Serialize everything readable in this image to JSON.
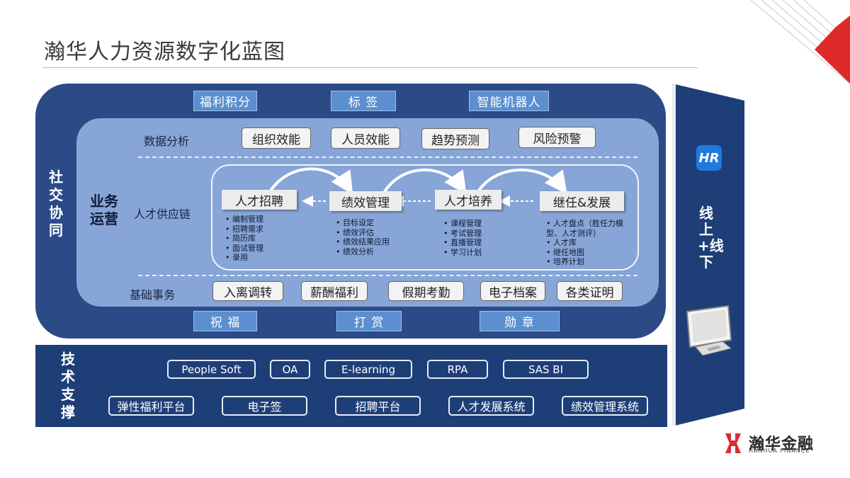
{
  "page": {
    "title": "瀚华人力资源数字化蓝图"
  },
  "left_labels": {
    "social": "社交协同",
    "operations": "业务运营",
    "tech": "技术支撑"
  },
  "top_features": [
    "福利积分",
    "标 签",
    "智能机器人"
  ],
  "bottom_features": [
    "祝 福",
    "打 赏",
    "勋 章"
  ],
  "data_analysis": {
    "label": "数据分析",
    "items": [
      "组织效能",
      "人员效能",
      "趋势预测",
      "风险预警"
    ]
  },
  "talent_chain": {
    "label": "人才供应链",
    "stages": [
      {
        "name": "人才招聘",
        "items": [
          "编制管理",
          "招聘需求",
          "简历库",
          "面试管理",
          "录用"
        ]
      },
      {
        "name": "绩效管理",
        "items": [
          "目标设定",
          "绩效评估",
          "绩效结果应用",
          "绩效分析"
        ]
      },
      {
        "name": "人才培养",
        "items": [
          "课程管理",
          "考试管理",
          "直播管理",
          "学习计划"
        ]
      },
      {
        "name": "继任&发展",
        "items": [
          "人才盘点（胜任力模型、人才测评）",
          "人才库",
          "继任地图",
          "培养计划"
        ]
      }
    ]
  },
  "basic_affairs": {
    "label": "基础事务",
    "items": [
      "入离调转",
      "薪酬福利",
      "假期考勤",
      "电子档案",
      "各类证明"
    ]
  },
  "right_panel": {
    "logo": "HR",
    "text": "线上+线下"
  },
  "tech_support": {
    "row1": [
      "People Soft",
      "OA",
      "E-learning",
      "RPA",
      "SAS BI"
    ],
    "row2": [
      "弹性福利平台",
      "电子签",
      "招聘平台",
      "人才发展系统",
      "绩效管理系统"
    ]
  },
  "brand": {
    "name": "瀚华金融",
    "sub": "HANHUA FINANCE"
  },
  "colors": {
    "outer_panel": "#2b4a86",
    "inner_panel": "#87a5d6",
    "tech_band": "#1e3e78",
    "accent_red": "#e02a2a",
    "feature_pill": "#5b8fcf"
  }
}
